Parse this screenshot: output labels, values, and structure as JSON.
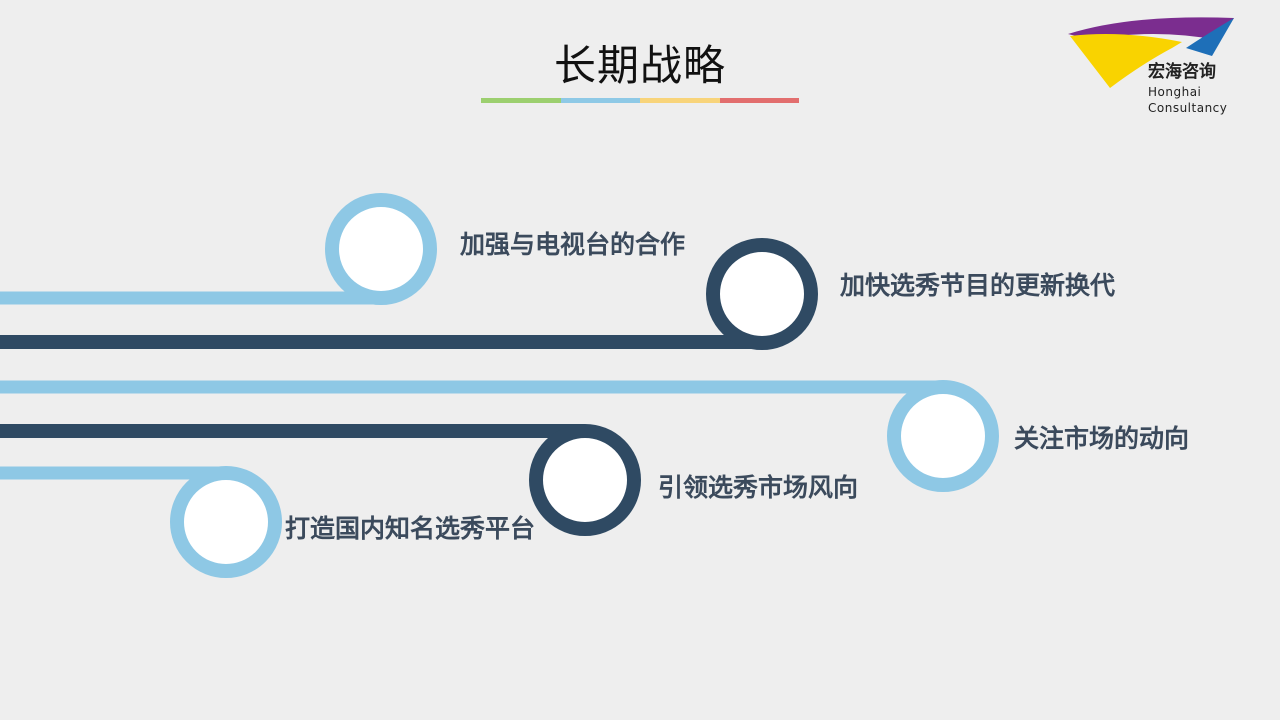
{
  "title": "长期战略",
  "title_bar_colors": [
    "#9ccf6f",
    "#8ec9e6",
    "#f8d47a",
    "#e26e6e"
  ],
  "logo": {
    "name_cn": "宏海咨询",
    "name_en": "Honghai Consultancy",
    "colors": {
      "purple": "#7b2d8f",
      "blue": "#1e6fb8",
      "yellow": "#f9d300"
    }
  },
  "colors": {
    "light": "#8ec8e5",
    "dark": "#2f4a63",
    "circle_fill": "#ffffff",
    "label": "#3b4a5c"
  },
  "strategies": [
    {
      "label": "加强与电视台的合作",
      "style": "light"
    },
    {
      "label": "加快选秀节目的更新换代",
      "style": "dark"
    },
    {
      "label": "关注市场的动向",
      "style": "light"
    },
    {
      "label": "引领选秀市场风向",
      "style": "dark"
    },
    {
      "label": "打造国内知名选秀平台",
      "style": "light"
    }
  ]
}
